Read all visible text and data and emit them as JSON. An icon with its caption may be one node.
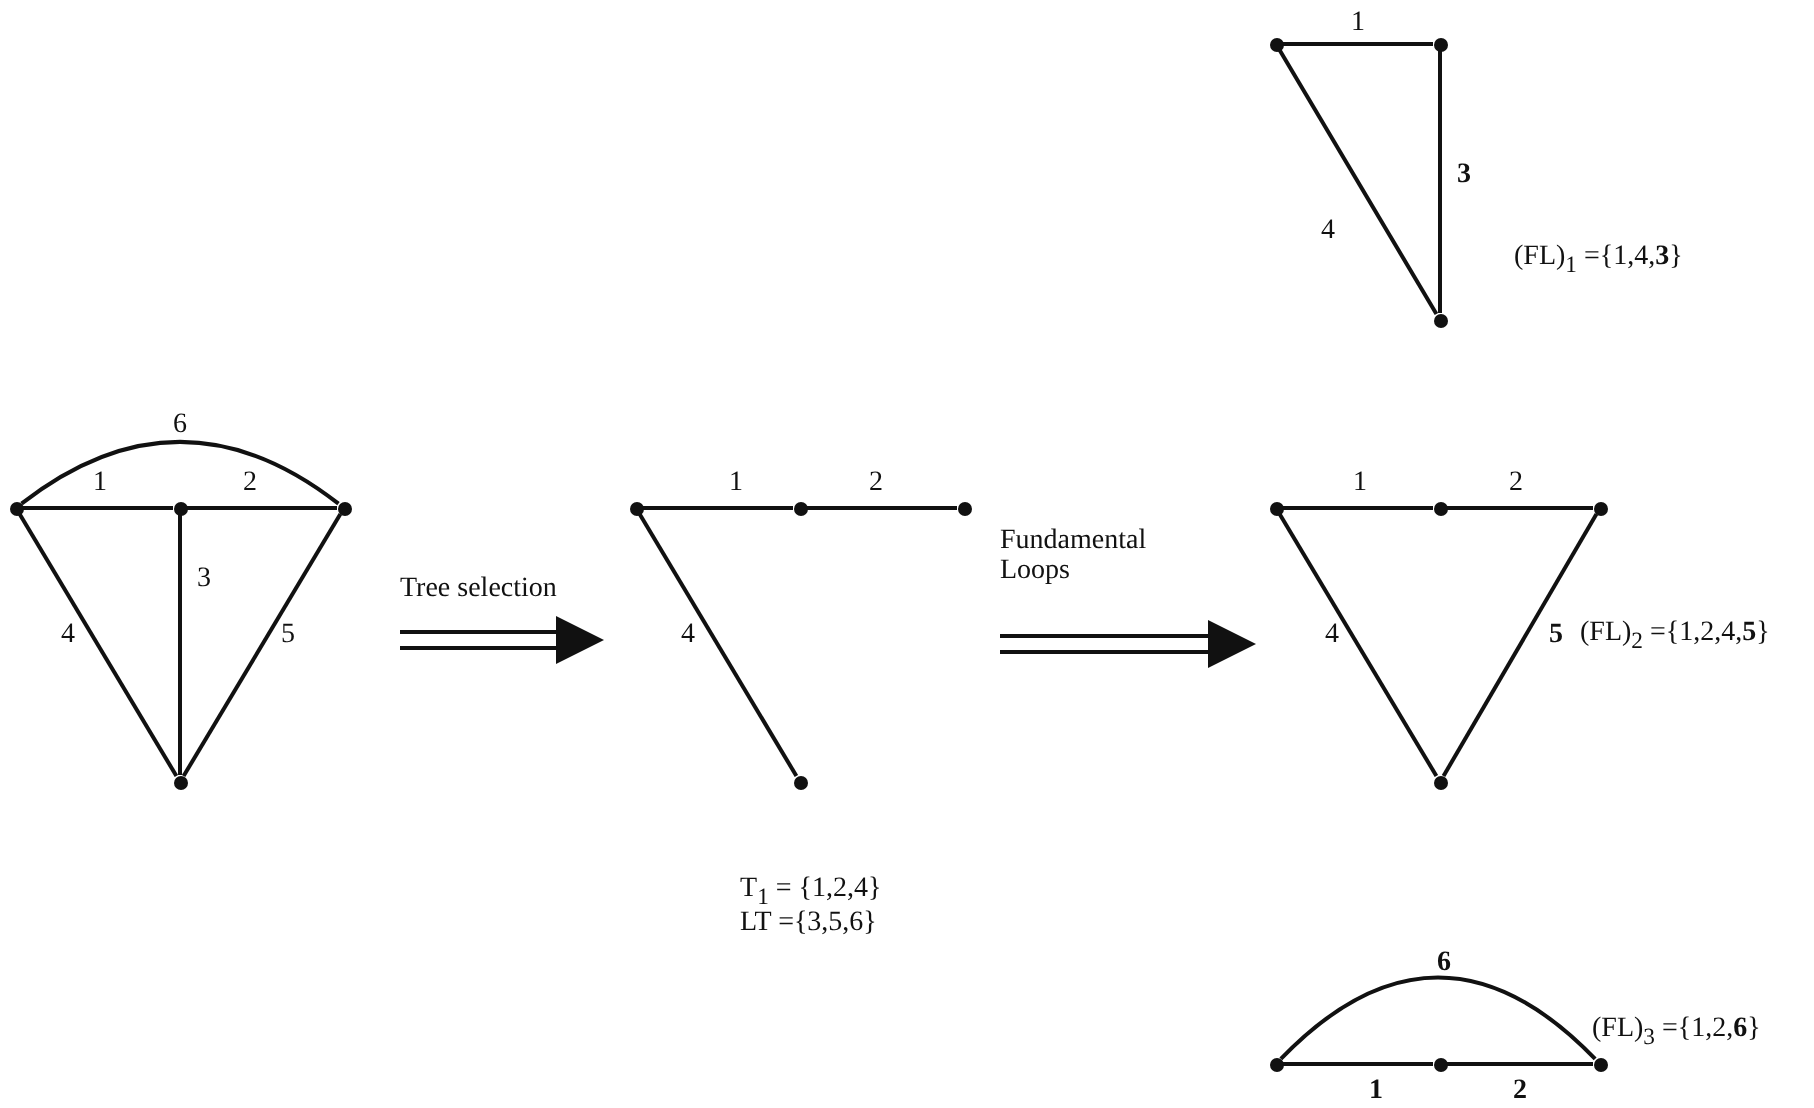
{
  "diagram": {
    "nodes": [
      {
        "text": [],
        "shape": "circle"
      },
      {
        "text": [],
        "shape": "circle"
      },
      {
        "text": [],
        "shape": "circle"
      },
      {
        "text": [],
        "shape": "circle"
      },
      {
        "text": [],
        "shape": "circle"
      },
      {
        "text": [],
        "shape": "circle"
      },
      {
        "text": [],
        "shape": "circle"
      },
      {
        "text": [],
        "shape": "circle"
      },
      {
        "text": [],
        "shape": "circle"
      },
      {
        "text": [],
        "shape": "circle"
      },
      {
        "text": [],
        "shape": "circle"
      },
      {
        "text": [],
        "shape": "circle"
      },
      {
        "text": [],
        "shape": "circle"
      },
      {
        "text": [],
        "shape": "circle"
      },
      {
        "text": [],
        "shape": "circle"
      },
      {
        "text": [],
        "shape": "circle"
      },
      {
        "text": [],
        "shape": "circle"
      },
      {
        "text": [],
        "shape": "circle"
      }
    ],
    "edges": [
      {
        "from": 0,
        "to": 1,
        "arrow": "none",
        "label": "1"
      },
      {
        "from": 1,
        "to": 2,
        "arrow": "none",
        "label": "3"
      },
      {
        "from": 0,
        "to": 2,
        "arrow": "none",
        "label": "4"
      },
      {
        "from": 3,
        "to": 4,
        "arrow": "none",
        "label": "1"
      },
      {
        "from": 4,
        "to": 5,
        "arrow": "none",
        "label": "2"
      },
      {
        "from": 4,
        "to": 6,
        "arrow": "none",
        "label": "3"
      },
      {
        "from": 3,
        "to": 6,
        "arrow": "none",
        "label": "4"
      },
      {
        "from": 5,
        "to": 6,
        "arrow": "none",
        "label": "5"
      },
      {
        "from": 3,
        "to": 5,
        "arrow": "none",
        "label": "6"
      },
      {
        "from": 7,
        "to": 8,
        "arrow": "none",
        "label": "1"
      },
      {
        "from": 8,
        "to": 9,
        "arrow": "none",
        "label": "2"
      },
      {
        "from": 7,
        "to": 10,
        "arrow": "none",
        "label": "4"
      },
      {
        "from": 11,
        "to": 12,
        "arrow": "none",
        "label": "1"
      },
      {
        "from": 12,
        "to": 13,
        "arrow": "none",
        "label": "2"
      },
      {
        "from": 11,
        "to": 14,
        "arrow": "none",
        "label": "4"
      },
      {
        "from": 13,
        "to": 14,
        "arrow": "none",
        "label": "5"
      },
      {
        "from": 15,
        "to": 16,
        "arrow": "none",
        "label": "1"
      },
      {
        "from": 16,
        "to": 17,
        "arrow": "none",
        "label": "2"
      },
      {
        "from": 15,
        "to": 17,
        "arrow": "none",
        "label": "6"
      }
    ],
    "labels": [
      "(FL)$_{1}$ ={1,4,**3**}",
      "Tree selection",
      "Fundamental Loops",
      "(FL)$_{2}$ ={1,2,4,**5**}",
      "T$_{1}$ = {1,2,4}",
      "LT ={3,5,6}",
      "(FL)$_{3}$ ={1,2,**6**}"
    ]
  }
}
